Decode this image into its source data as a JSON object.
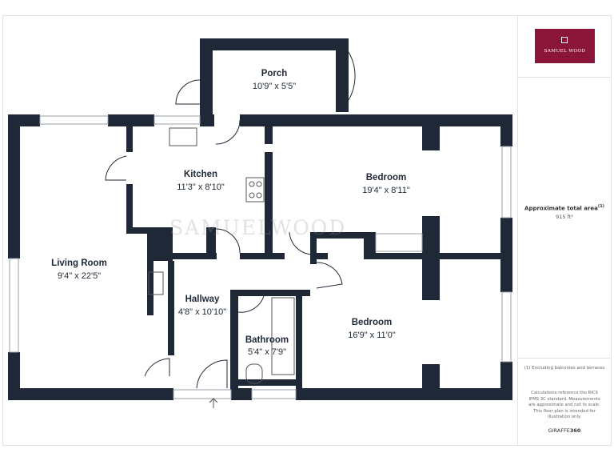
{
  "branding": {
    "agent_name": "SAMUEL WOOD",
    "watermark": "SAMUELWOOD",
    "brand_color": "#8b1538"
  },
  "rooms": [
    {
      "id": "porch",
      "name": "Porch",
      "dimensions": "10'9\" x 5'5\""
    },
    {
      "id": "kitchen",
      "name": "Kitchen",
      "dimensions": "11'3\" x 8'10\""
    },
    {
      "id": "bedroom1",
      "name": "Bedroom",
      "dimensions": "19'4\" x 8'11\""
    },
    {
      "id": "living",
      "name": "Living Room",
      "dimensions": "9'4\" x 22'5\""
    },
    {
      "id": "hallway",
      "name": "Hallway",
      "dimensions": "4'8\" x 10'10\""
    },
    {
      "id": "bathroom",
      "name": "Bathroom",
      "dimensions": "5'4\" x 7'9\""
    },
    {
      "id": "bedroom2",
      "name": "Bedroom",
      "dimensions": "16'9\" x 11'0\""
    }
  ],
  "summary": {
    "area_label": "Approximate total area",
    "area_footnote_mark": "(1)",
    "area_value": "915 ft²",
    "exclusion_note": "(1) Excluding balconies and terraces",
    "calc_note": "Calculations reference the RICS IPMS 3C standard. Measurements are approximate and not to scale. This floor plan is intended for illustration only.",
    "software_brand_a": "GIRAFFE",
    "software_brand_b": "360"
  },
  "colors": {
    "wall": "#1e2836",
    "accent": "#8b1538"
  }
}
